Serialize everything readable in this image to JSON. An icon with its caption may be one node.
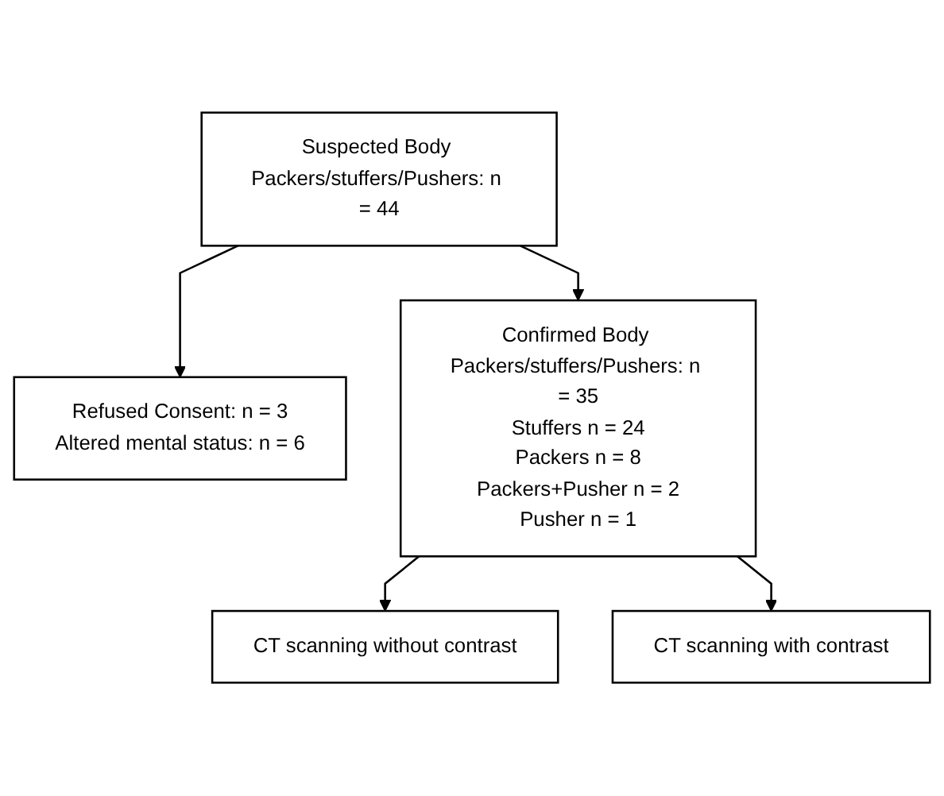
{
  "diagram": {
    "nodes": [
      {
        "text": [
          "Suspected Body Packers/stuffers/Pushers: n = 44"
        ]
      },
      {
        "text": [
          "Refused Consent: n = 3",
          "Altered mental status: n = 6"
        ]
      },
      {
        "text": [
          "Confirmed Body Packers/stuffers/Pushers: n = 35",
          "Stuffers n = 24",
          "Packers n = 8",
          "Packers+Pusher n = 2",
          "Pusher n = 1"
        ]
      },
      {
        "text": [
          "CT scanning without contrast"
        ]
      },
      {
        "text": [
          "CT scanning with contrast"
        ]
      }
    ],
    "edges": [
      {
        "from": 0,
        "to": 2,
        "arrow": "to"
      },
      {
        "from": 0,
        "to": 1,
        "arrow": "to"
      },
      {
        "from": 2,
        "to": 3,
        "arrow": "to"
      },
      {
        "from": 2,
        "to": 4,
        "arrow": "to"
      }
    ]
  }
}
